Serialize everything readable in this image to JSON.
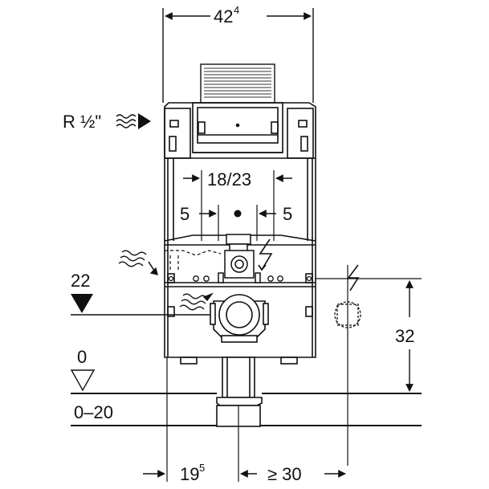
{
  "dimensions": {
    "width_main": "42",
    "width_sup": "4",
    "pipe_spacing": "18/23",
    "offset_left": "5",
    "offset_right": "5",
    "left_offset_main": "19",
    "left_offset_sup": "5",
    "right_clearance": "≥ 30",
    "height_right": "32"
  },
  "levels": {
    "upper_level": "22",
    "floor_level": "0",
    "floor_range": "0–20"
  },
  "connections": {
    "water_inlet": "R ½\""
  },
  "icons": [
    "water-wave-icon",
    "electric-bolt-icon",
    "level-triangle-icon",
    "floor-level-icon"
  ]
}
